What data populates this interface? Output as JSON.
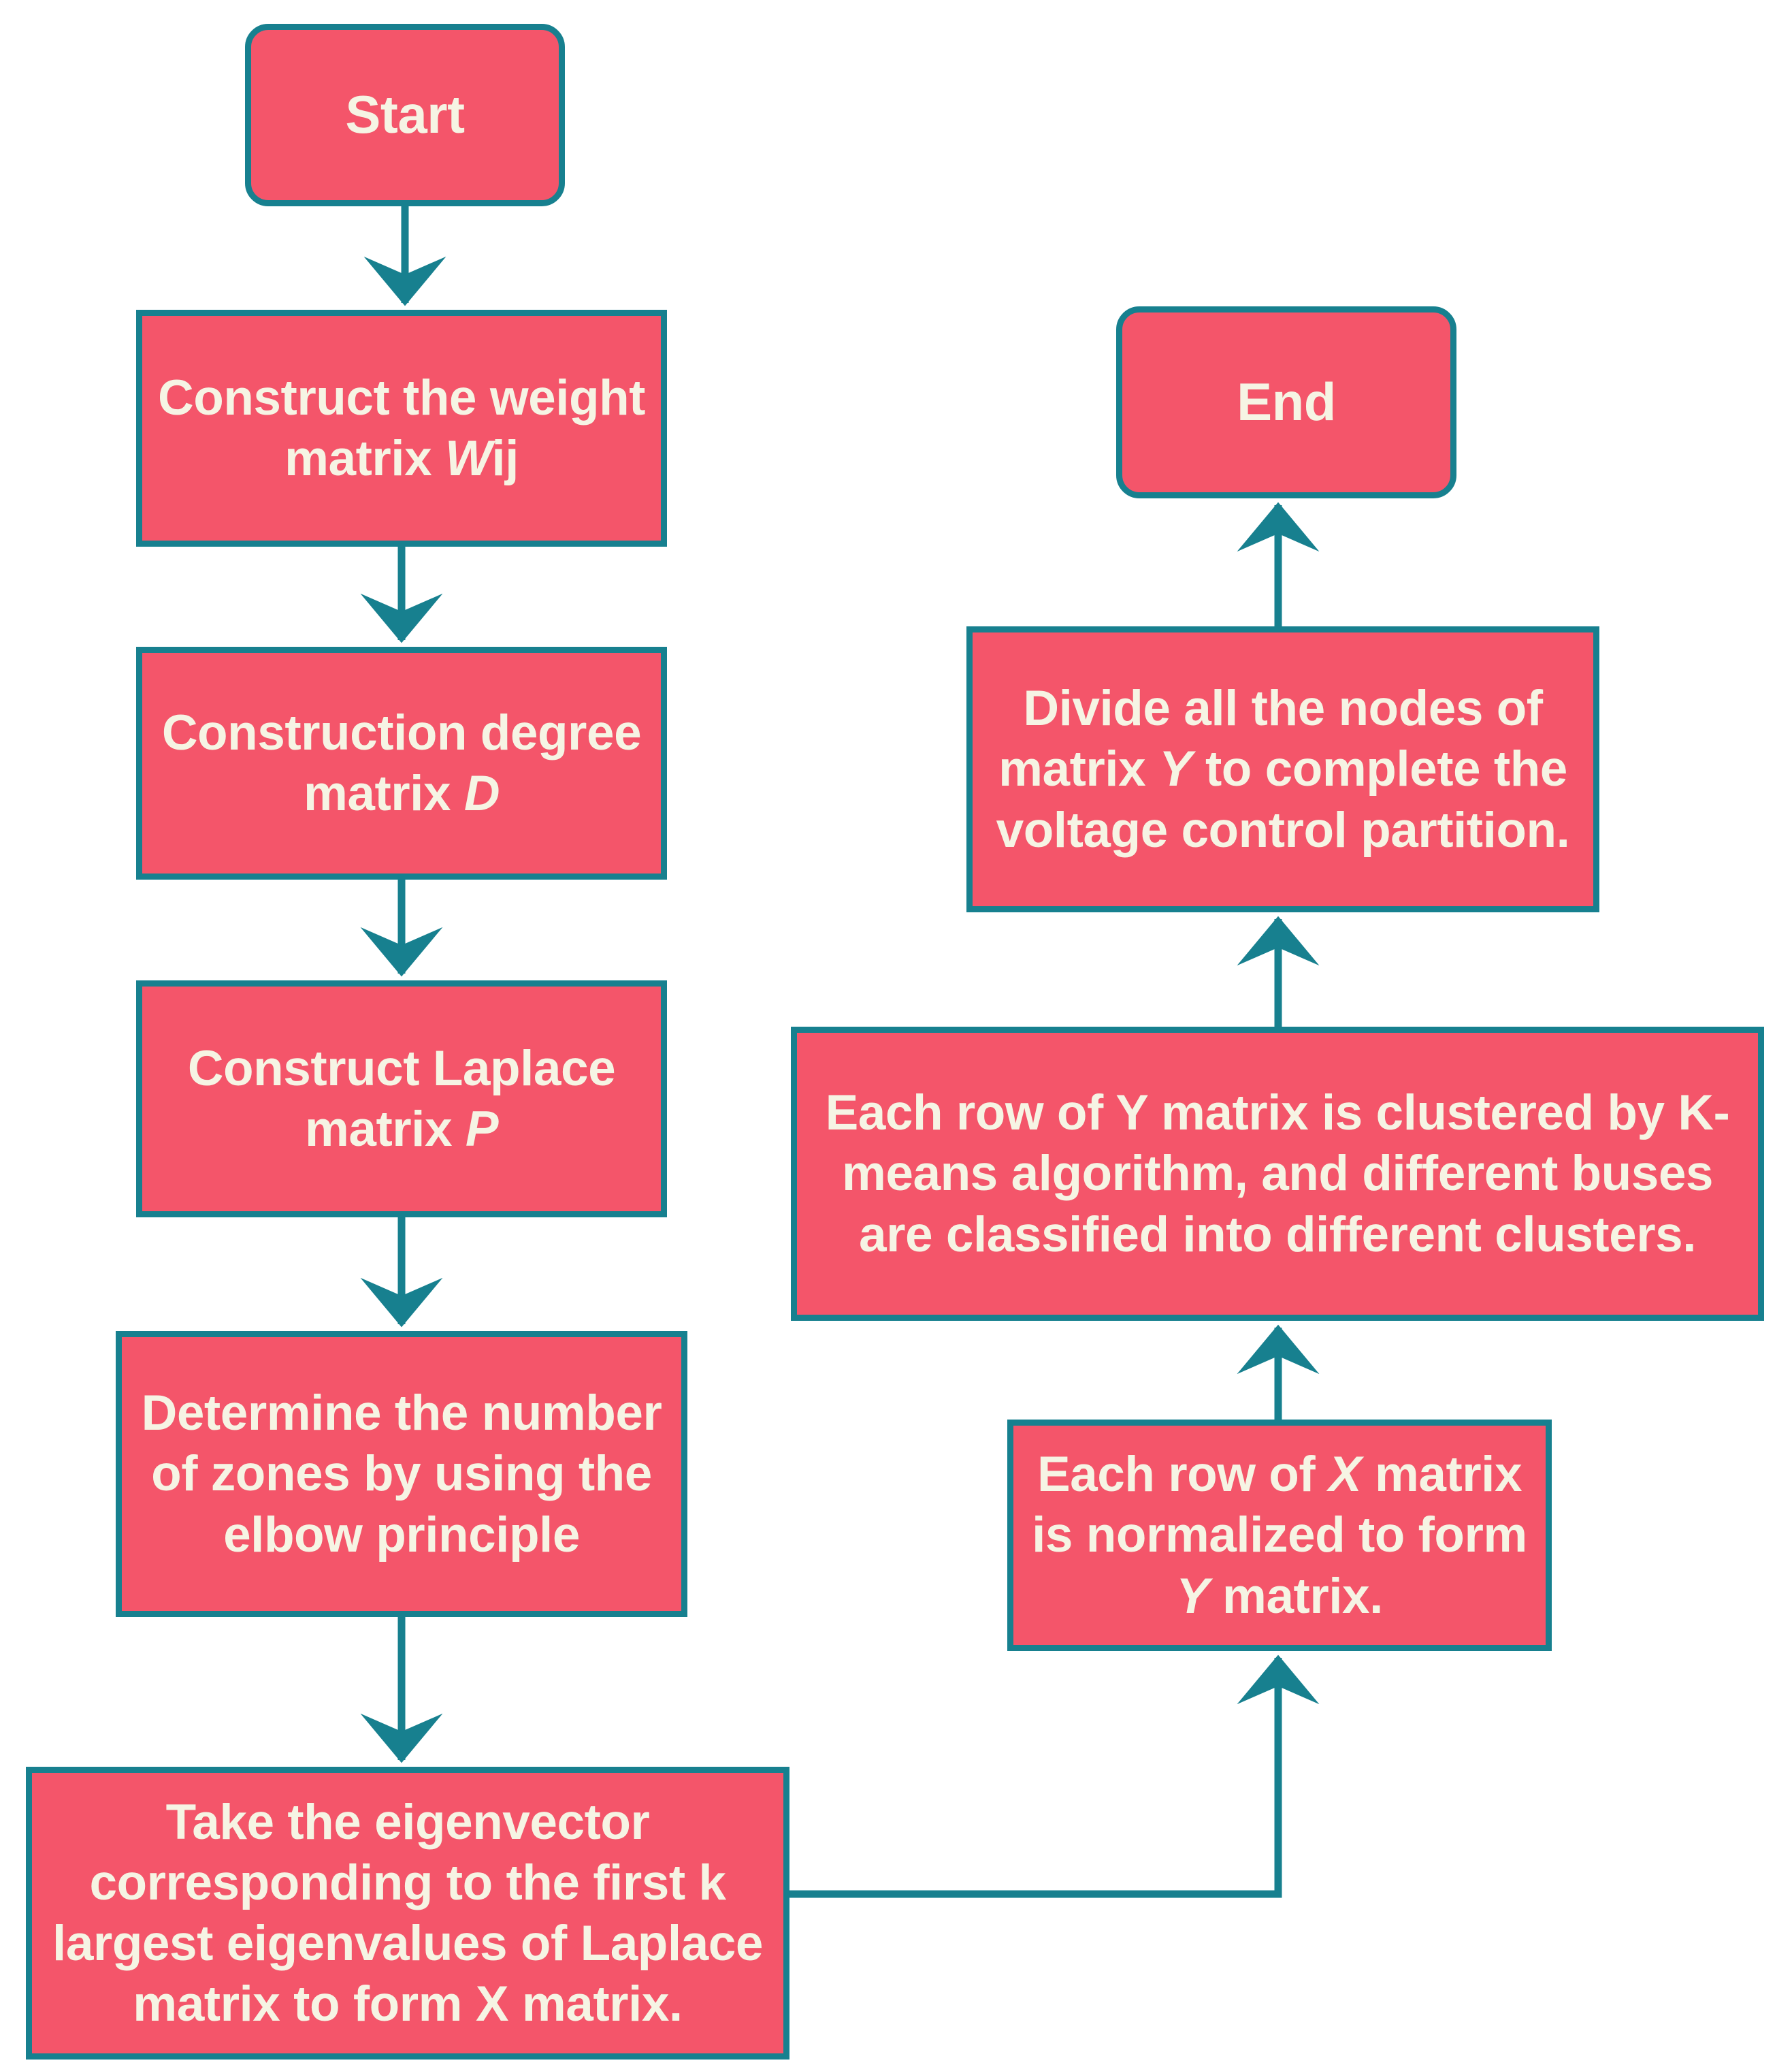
{
  "diagram": {
    "title": "Spectral clustering voltage control partition flowchart",
    "colors": {
      "node_fill": "#f4556a",
      "node_border": "#17808f",
      "node_text": "#f6f4e4",
      "connector": "#17808f",
      "background": "#ffffff"
    },
    "nodes": [
      {
        "id": "start",
        "shape": "terminal",
        "column": "left",
        "order": 1,
        "text": "Start"
      },
      {
        "id": "weight",
        "shape": "process",
        "column": "left",
        "order": 2,
        "text": "Construct the weight matrix Wij",
        "line1": "Construct the weight",
        "line2_pre": "matrix ",
        "line2_em": "W",
        "line2_post": "ij"
      },
      {
        "id": "degree",
        "shape": "process",
        "column": "left",
        "order": 3,
        "text": "Construction degree matrix D",
        "line1": "Construction degree",
        "line2_pre": "matrix ",
        "line2_em": "D",
        "line2_post": ""
      },
      {
        "id": "laplace",
        "shape": "process",
        "column": "left",
        "order": 4,
        "text": "Construct Laplace matrix P",
        "line1": "Construct Laplace",
        "line2_pre": "matrix ",
        "line2_em": "P",
        "line2_post": ""
      },
      {
        "id": "zones",
        "shape": "process",
        "column": "left",
        "order": 5,
        "text": "Determine the number of zones by using the elbow principle"
      },
      {
        "id": "eigen",
        "shape": "process",
        "column": "left",
        "order": 6,
        "text": "Take the eigenvector corresponding to the first k largest eigenvalues of Laplace matrix to form X matrix."
      },
      {
        "id": "normalize",
        "shape": "process",
        "column": "right",
        "order": 7,
        "text": "Each row of X matrix is normalized to form Y matrix.",
        "line1_pre": "Each row of ",
        "line1_em": "X",
        "line1_post": " matrix",
        "line2": "is normalized to form",
        "line3_em": "Y",
        "line3_post": " matrix."
      },
      {
        "id": "kmeans",
        "shape": "process",
        "column": "right",
        "order": 8,
        "text": "Each row of Y matrix is clustered by K-means algorithm, and different buses are classified into different clusters."
      },
      {
        "id": "divide",
        "shape": "process",
        "column": "right",
        "order": 9,
        "text": "Divide all the nodes of matrix Y to complete the voltage control partition.",
        "line1": "Divide all the nodes of",
        "line2_pre": "matrix ",
        "line2_em": "Y",
        "line2_post": " to complete the",
        "line3": "voltage control partition."
      },
      {
        "id": "end",
        "shape": "terminal",
        "column": "right",
        "order": 10,
        "text": "End"
      }
    ],
    "edges": [
      {
        "id": "e1",
        "from": "start",
        "to": "weight",
        "style": "straight-down"
      },
      {
        "id": "e2",
        "from": "weight",
        "to": "degree",
        "style": "straight-down"
      },
      {
        "id": "e3",
        "from": "degree",
        "to": "laplace",
        "style": "straight-down"
      },
      {
        "id": "e4",
        "from": "laplace",
        "to": "zones",
        "style": "straight-down"
      },
      {
        "id": "e5",
        "from": "zones",
        "to": "eigen",
        "style": "straight-down"
      },
      {
        "id": "e6",
        "from": "eigen",
        "to": "normalize",
        "style": "elbow-right-up"
      },
      {
        "id": "e7",
        "from": "normalize",
        "to": "kmeans",
        "style": "straight-up"
      },
      {
        "id": "e8",
        "from": "kmeans",
        "to": "divide",
        "style": "straight-up"
      },
      {
        "id": "e9",
        "from": "divide",
        "to": "end",
        "style": "straight-up"
      }
    ]
  }
}
